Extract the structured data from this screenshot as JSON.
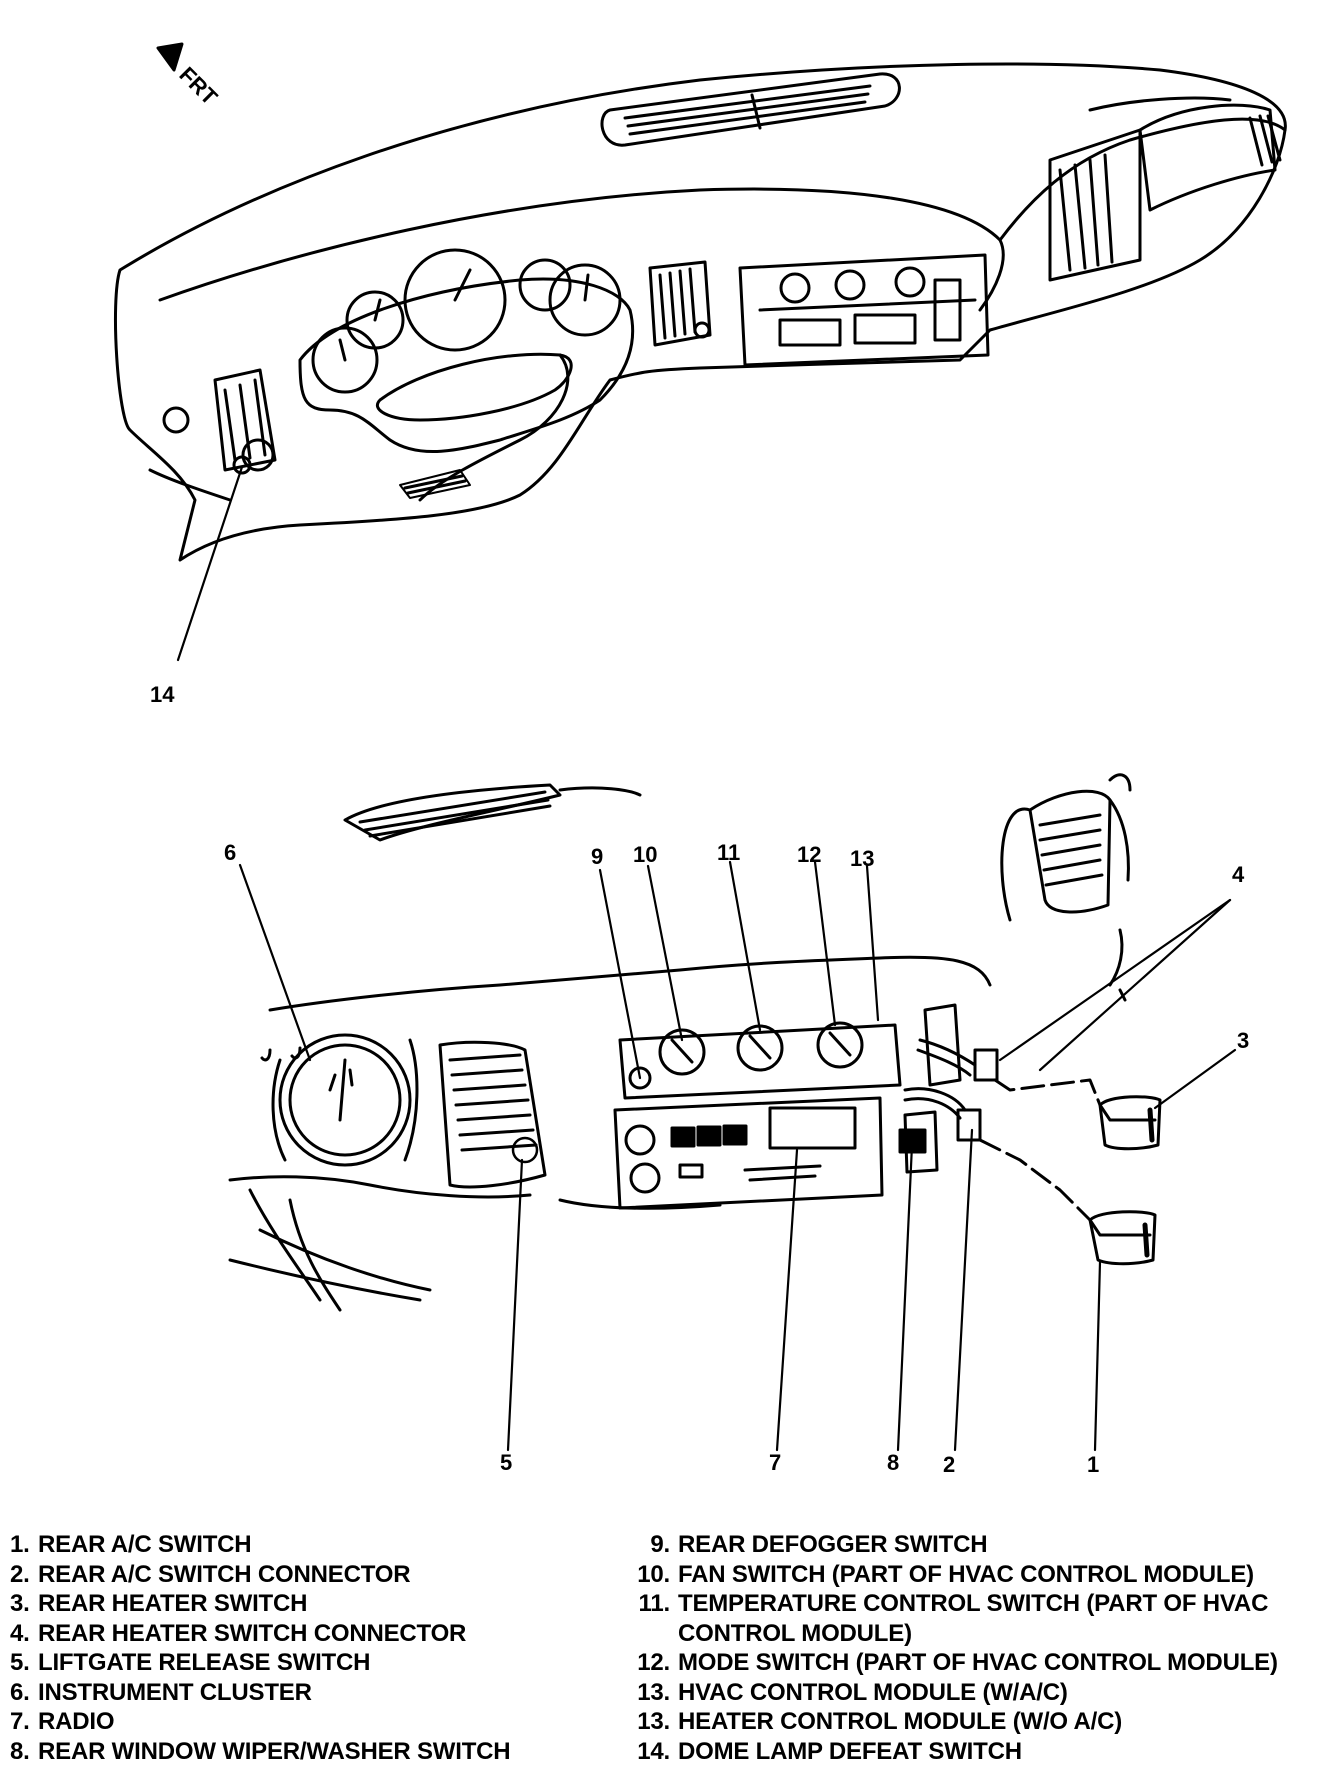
{
  "direction_label": "FRT",
  "callouts": {
    "c1": "1",
    "c2": "2",
    "c3": "3",
    "c4": "4",
    "c5": "5",
    "c6": "6",
    "c7": "7",
    "c8": "8",
    "c9": "9",
    "c10": "10",
    "c11": "11",
    "c12": "12",
    "c13": "13",
    "c14": "14"
  },
  "legend_left": [
    {
      "num": "1.",
      "text": "REAR A/C SWITCH"
    },
    {
      "num": "2.",
      "text": "REAR A/C SWITCH CONNECTOR"
    },
    {
      "num": "3.",
      "text": "REAR HEATER SWITCH"
    },
    {
      "num": "4.",
      "text": "REAR HEATER SWITCH CONNECTOR"
    },
    {
      "num": "5.",
      "text": "LIFTGATE RELEASE SWITCH"
    },
    {
      "num": "6.",
      "text": "INSTRUMENT CLUSTER"
    },
    {
      "num": "7.",
      "text": "RADIO"
    },
    {
      "num": "8.",
      "text": "REAR WINDOW WIPER/WASHER SWITCH"
    }
  ],
  "legend_right": [
    {
      "num": "9.",
      "text": "REAR DEFOGGER SWITCH"
    },
    {
      "num": "10.",
      "text": "FAN SWITCH (PART OF HVAC CONTROL MODULE)"
    },
    {
      "num": "11.",
      "text": "TEMPERATURE CONTROL SWITCH (PART OF HVAC CONTROL MODULE)"
    },
    {
      "num": "12.",
      "text": "MODE SWITCH (PART OF HVAC CONTROL MODULE)"
    },
    {
      "num": "13.",
      "text": "HVAC CONTROL MODULE (W/A/C)"
    },
    {
      "num": "13.",
      "text": "HEATER CONTROL MODULE (W/O A/C)"
    },
    {
      "num": "14.",
      "text": "DOME LAMP DEFEAT SWITCH"
    }
  ]
}
